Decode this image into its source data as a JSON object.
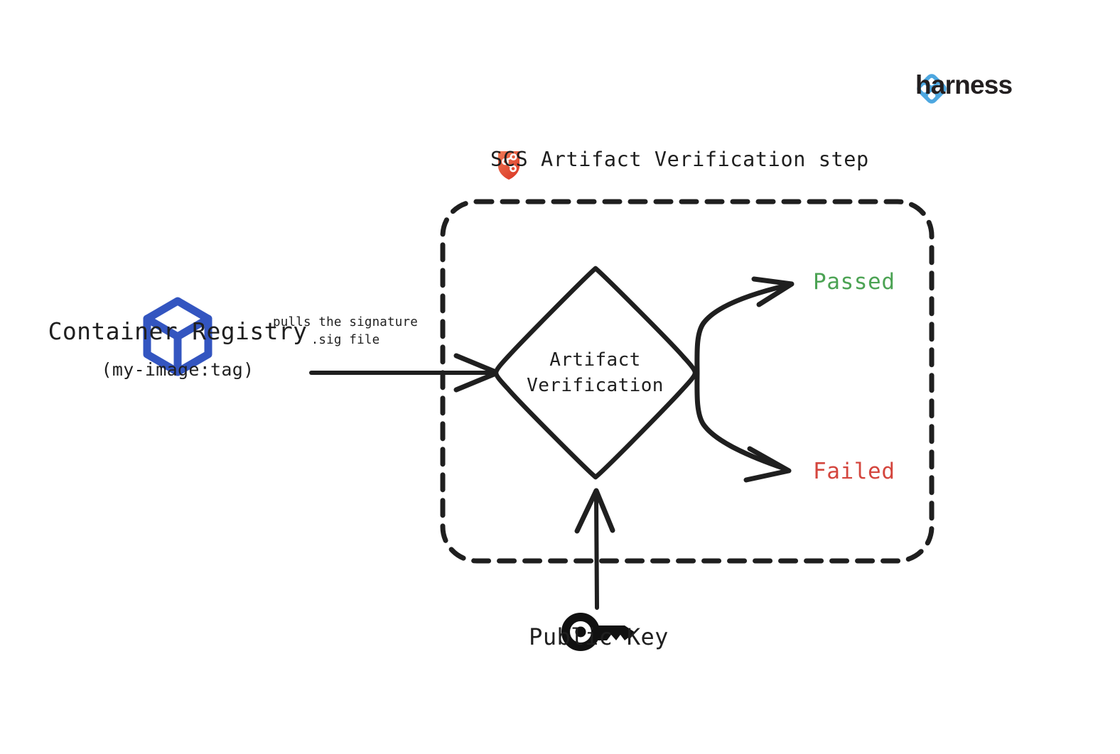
{
  "brand": {
    "logo_icon": "harness-diamond-logo-icon",
    "name": "harness",
    "logo_color": "#4DA7E0"
  },
  "step": {
    "icon": "scs-shield-network-icon",
    "icon_color": "#E8553C",
    "title": "SCS Artifact Verification step",
    "boundary_style": "dashed-rounded-rectangle"
  },
  "nodes": {
    "container_registry": {
      "icon": "container-cube-icon",
      "icon_color": "#3355C0",
      "label": "Container Registry",
      "sublabel": "(my-image:tag)"
    },
    "decision": {
      "shape": "diamond",
      "label_line1": "Artifact",
      "label_line2": "Verification"
    },
    "public_key": {
      "icon": "key-icon",
      "icon_color": "#111111",
      "label": "Public Key"
    }
  },
  "edges": {
    "registry_to_verification": {
      "label_line1": "pulls the signature",
      "label_line2": ".sig file"
    }
  },
  "outcomes": [
    {
      "label": "Passed",
      "color": "#4CA354"
    },
    {
      "label": "Failed",
      "color": "#D4463E"
    }
  ],
  "outcome_passed_label": "Passed",
  "outcome_failed_label": "Failed"
}
